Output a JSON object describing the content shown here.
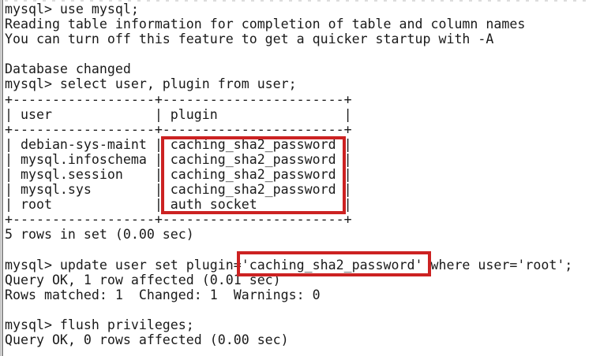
{
  "window": {
    "type": "mysql-terminal-session",
    "colors": {
      "background": "#ffffff",
      "text": "#1a1a1a",
      "left_border_outer": "#b2b2b2",
      "left_border_inner": "#8f8f8f",
      "highlight_red": "#cc2222"
    }
  },
  "terminal": {
    "lines": [
      "mysql> use mysql;",
      "Reading table information for completion of table and column names",
      "You can turn off this feature to get a quicker startup with -A",
      "",
      "Database changed",
      "mysql> select user, plugin from user;",
      "+------------------+-----------------------+",
      "| user             | plugin                |",
      "+------------------+-----------------------+",
      "| debian-sys-maint | caching_sha2_password |",
      "| mysql.infoschema | caching_sha2_password |",
      "| mysql.session    | caching_sha2_password |",
      "| mysql.sys        | caching_sha2_password |",
      "| root             | auth_socket           |",
      "+------------------+-----------------------+",
      "5 rows in set (0.00 sec)",
      "",
      "mysql> update user set plugin='caching_sha2_password' where user='root';",
      "Query OK, 1 row affected (0.01 sec)",
      "Rows matched: 1  Changed: 1  Warnings: 0",
      "",
      "mysql> flush privileges;",
      "Query OK, 0 rows affected (0.00 sec)"
    ],
    "table": {
      "headers": [
        "user",
        "plugin"
      ],
      "rows": [
        [
          "debian-sys-maint",
          "caching_sha2_password"
        ],
        [
          "mysql.infoschema",
          "caching_sha2_password"
        ],
        [
          "mysql.session",
          "caching_sha2_password"
        ],
        [
          "mysql.sys",
          "caching_sha2_password"
        ],
        [
          "root",
          "auth_socket"
        ]
      ],
      "footer": "5 rows in set (0.00 sec)"
    },
    "annotations": [
      {
        "name": "plugin-column-highlight-box",
        "highlighted_text": "caching_sha2_password / auth_socket column values",
        "color": "#cc2222",
        "line_start": 9,
        "line_end": 13,
        "char_start": 20,
        "char_end": 43,
        "expand": [
          0.5,
          2,
          3,
          1.5
        ]
      },
      {
        "name": "update-plugin-value-highlight-box",
        "highlighted_text": "'caching_sha2_password'",
        "color": "#cc2222",
        "line_start": 17,
        "line_end": 17,
        "char_start": 29.5,
        "char_end": 54.05,
        "expand": [
          8,
          0,
          5,
          0.7
        ]
      }
    ]
  }
}
